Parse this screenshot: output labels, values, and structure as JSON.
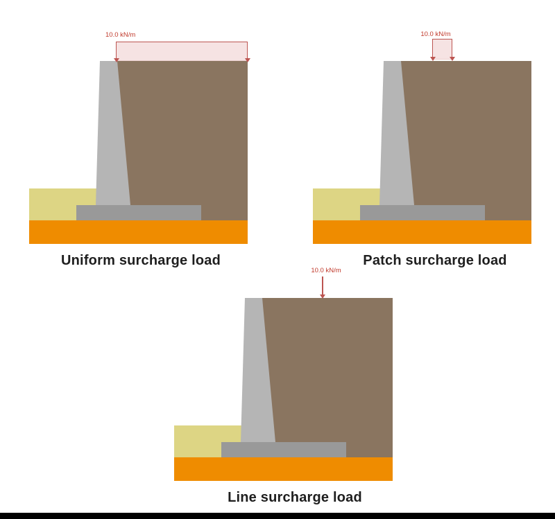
{
  "colors": {
    "background": "#ffffff",
    "retained_soil": "#8a7560",
    "front_soil": "#ddd584",
    "wall_stem": "#b5b5b5",
    "footing": "#999999",
    "base_soil": "#ef8c00",
    "load_fill": "#f6e3e3",
    "load_border": "#bc5551",
    "load_label": "#c0392b",
    "caption": "#1e1e1e",
    "bottom_bar": "#000000"
  },
  "diagrams": {
    "uniform": {
      "caption": "Uniform surcharge load",
      "load_label": "10.0 kN/m",
      "load_type": "uniform"
    },
    "patch": {
      "caption": "Patch surcharge load",
      "load_label": "10.0 kN/m",
      "load_type": "patch"
    },
    "line": {
      "caption": "Line surcharge load",
      "load_label": "10.0 kN/m",
      "load_type": "line"
    }
  }
}
